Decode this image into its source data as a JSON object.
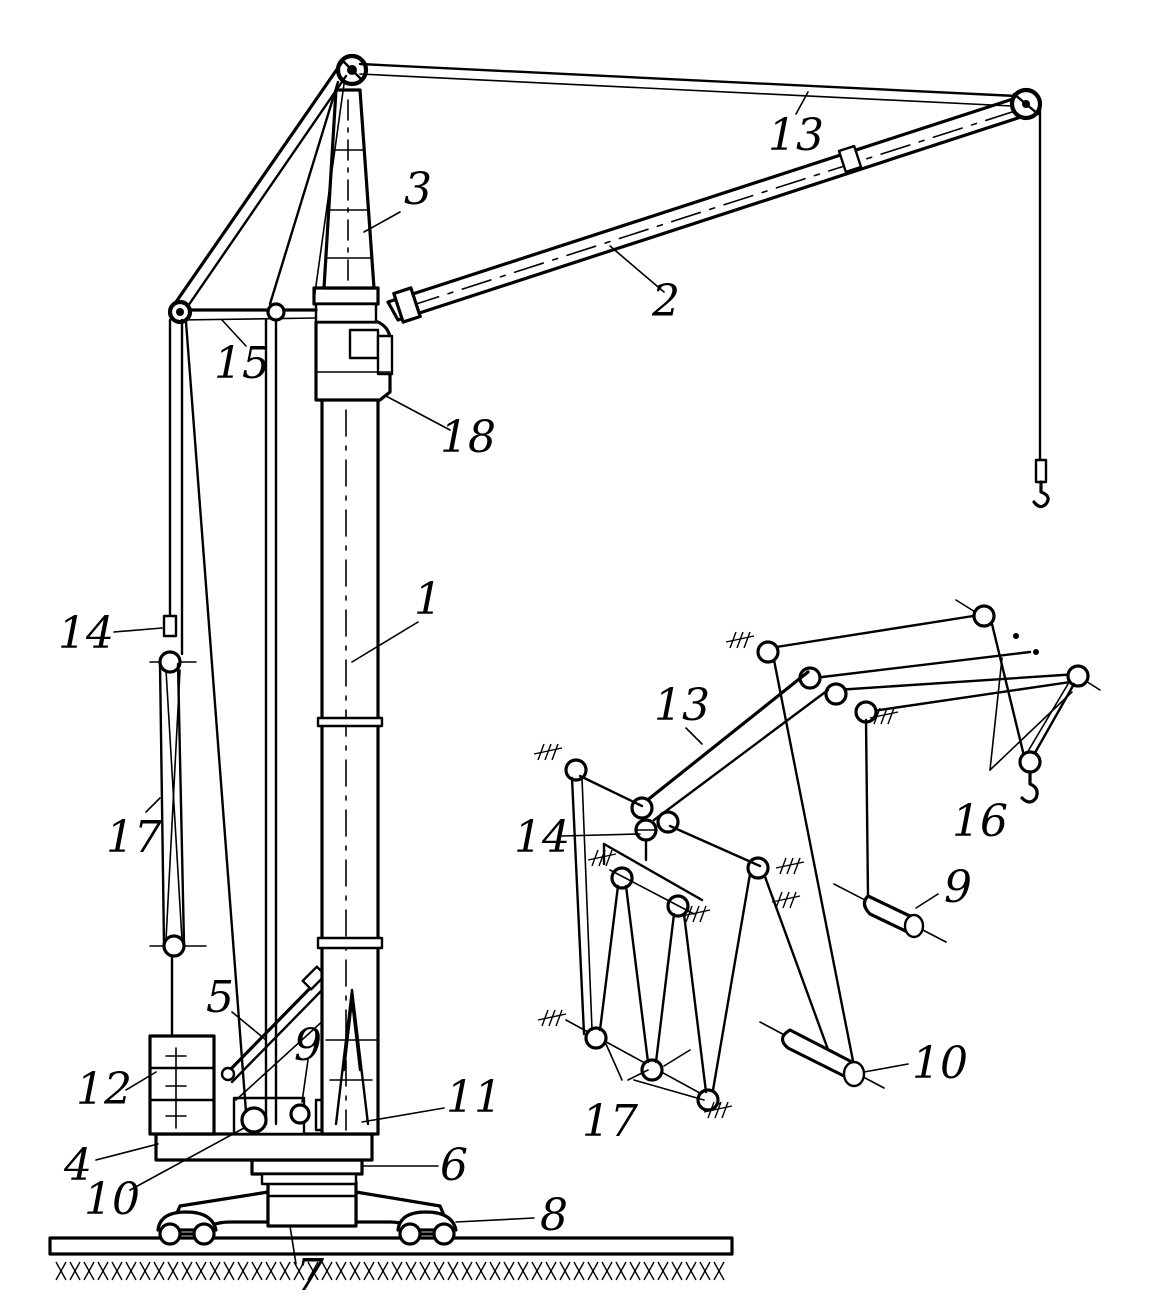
{
  "labels": {
    "l1": "1",
    "l2": "2",
    "l3": "3",
    "l4": "4",
    "l5": "5",
    "l6": "6",
    "l7": "7",
    "l8": "8",
    "l9": "9",
    "l10": "10",
    "l11": "11",
    "l12": "12",
    "l13": "13",
    "l14": "14",
    "l15": "15",
    "l17": "17",
    "l18": "18",
    "s13": "13",
    "s14": "14",
    "s16": "16",
    "s9": "9",
    "s17": "17",
    "s10": "10"
  }
}
